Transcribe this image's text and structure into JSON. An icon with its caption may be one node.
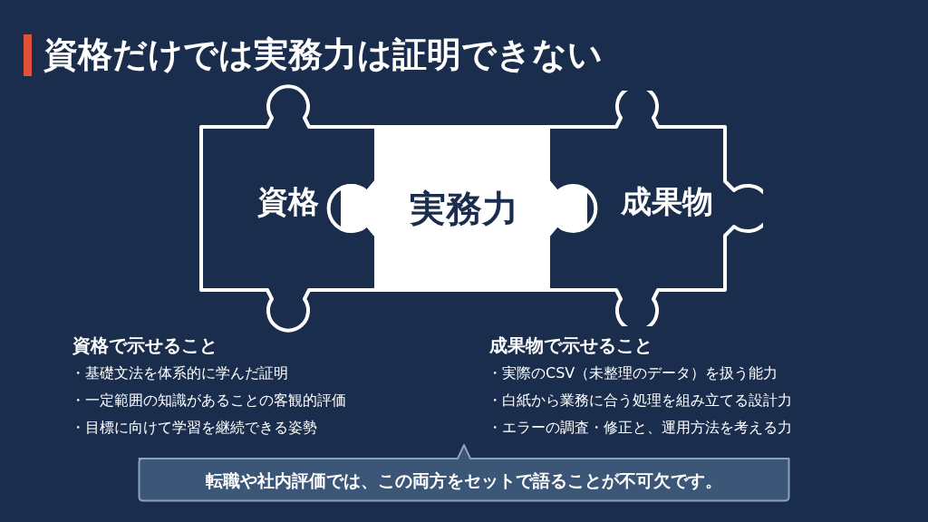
{
  "diagram": {
    "title": "資格だけでは実務力は証明できない",
    "nodes": [
      {
        "text": [
          "資格"
        ]
      },
      {
        "text": [
          "実務力"
        ]
      },
      {
        "text": [
          "成果物"
        ]
      },
      {
        "text": [
          "転職や社内評価では、この両方をセットで語ることが不可欠です。"
        ]
      }
    ],
    "labels": [
      "資格で示せること",
      "・基礎文法を体系的に学んだ証明",
      "・一定範囲の知識があることの客観的評価",
      "・目標に向けて学習を継続できる姿勢",
      "成果物で示せること",
      "・実際のCSV（未整理のデータ）を扱う能力",
      "・白紙から業務に合う処理を組み立てる設計力",
      "・エラーの調査・修正と、運用方法を考える力"
    ]
  }
}
